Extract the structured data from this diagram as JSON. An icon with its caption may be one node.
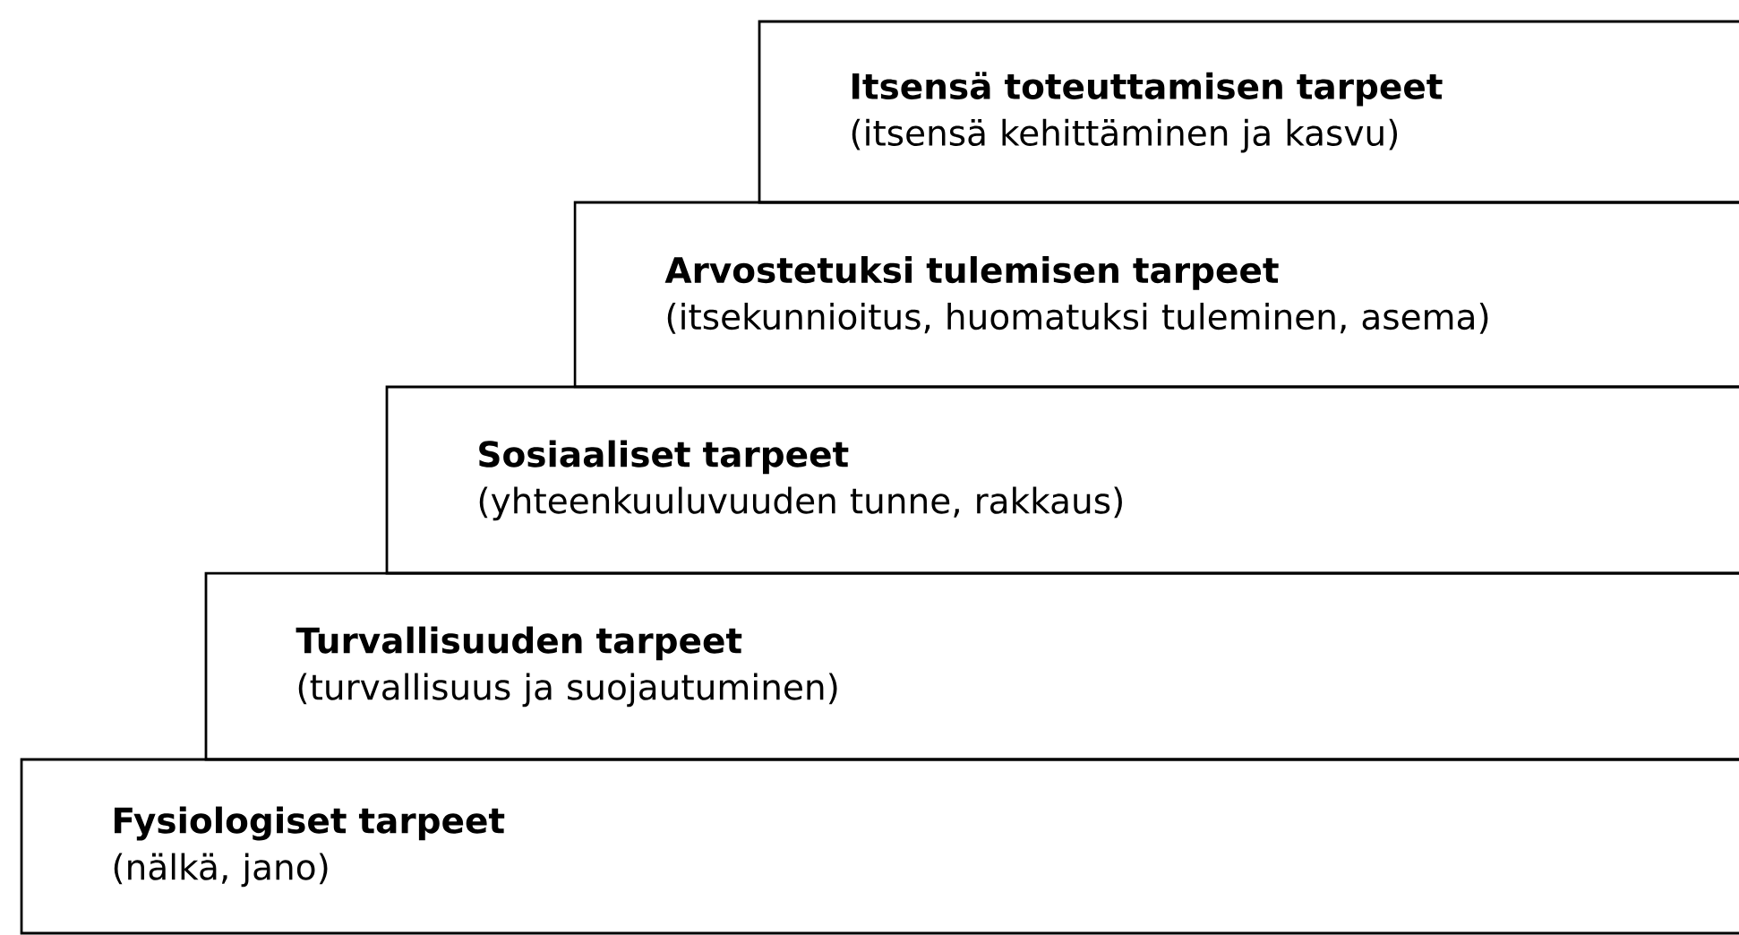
{
  "diagram": {
    "nodes": [
      {
        "text": [
          "Itsensä toteuttamisen tarpeet",
          "(itsensä kehittäminen ja kasvu)"
        ]
      },
      {
        "text": [
          "Arvostetuksi tulemisen tarpeet",
          "(itsekunnioitus, huomatuksi tuleminen, asema)"
        ]
      },
      {
        "text": [
          "Sosiaaliset tarpeet",
          "(yhteenkuuluvuuden tunne, rakkaus)"
        ]
      },
      {
        "text": [
          "Turvallisuuden tarpeet",
          "(turvallisuus ja suojautuminen)"
        ]
      },
      {
        "text": [
          "Fysiologiset tarpeet",
          "(nälkä, jano)"
        ]
      }
    ]
  }
}
